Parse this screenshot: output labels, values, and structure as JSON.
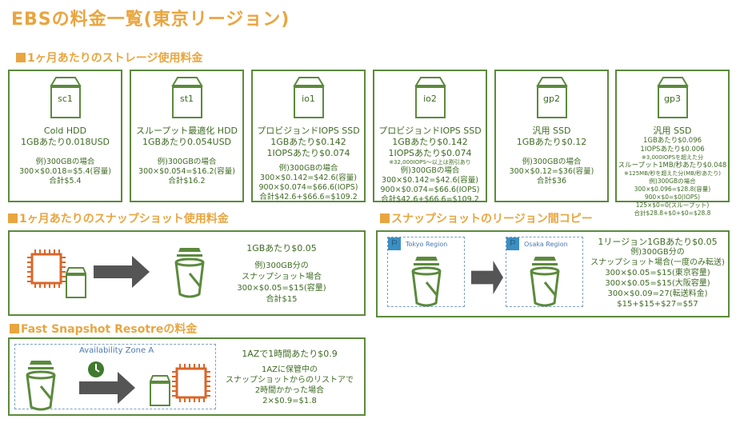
{
  "title": "EBSの料金一覧(東京リージョン)",
  "sections": {
    "monthly": "1ヶ月あたりのストレージ使用料金",
    "snapshot": "1ヶ月あたりのスナップショット使用料金",
    "copy": "スナップショットのリージョン間コピー",
    "fsr": "Fast Snapshot Resotreの料金"
  },
  "volumes": [
    {
      "type": "sc1",
      "lines": [
        "Cold HDD",
        "1GBあたり0.018USD"
      ],
      "example": [
        "例)300GBの場合",
        "300×$0.018=$5.4(容量)",
        "合計$5.4"
      ]
    },
    {
      "type": "st1",
      "lines": [
        "スループット最適化 HDD",
        "1GBあたり0.054USD"
      ],
      "example": [
        "例)300GBの場合",
        "300×$0.054=$16.2(容量)",
        "合計$16.2"
      ]
    },
    {
      "type": "io1",
      "lines": [
        "プロビジョンドIOPS SSD",
        "1GBあたり$0.142",
        "1IOPSあたり$0.074"
      ],
      "example": [
        "例)300GBの場合",
        "300×$0.142=$42.6(容量)",
        "900×$0.074=$66.6(IOPS)",
        "合計$42.6+$66.6=$109.2"
      ]
    },
    {
      "type": "io2",
      "lines": [
        "プロビジョンドIOPS SSD",
        "1GBあたり$0.142",
        "1IOPSあたり$0.074"
      ],
      "note": "※32,000IOPS～以上は割引あり",
      "example": [
        "例)300GBの場合",
        "300×$0.142=$42.6(容量)",
        "900×$0.074=$66.6(IOPS)",
        "合計$42.6+$66.6=$109.2"
      ]
    },
    {
      "type": "gp2",
      "lines": [
        "汎用 SSD",
        "1GBあたり$0.12"
      ],
      "example": [
        "例)300GBの場合",
        "300×$0.12=$36(容量)",
        "合計$36"
      ]
    },
    {
      "type": "gp3",
      "lines": [
        "汎用 SSD"
      ],
      "detail": [
        "1GBあたり$0.096",
        "1IOPSあたり$0.006"
      ],
      "note1": "※3,000IOPSを超えた分",
      "detail2": "スループット1MB/秒あたり$0.048",
      "note2": "※125MB/秒を超えた分(MB/秒あたり)",
      "example": [
        "例)300GBの場合",
        "300×$0.096=$28.8(容量)",
        "900×$0=$0(IOPS)",
        "125×$0=0(スループット)",
        "合計$28.8+$0+$0=$28.8"
      ]
    }
  ],
  "snapshot": {
    "price": "1GBあたり$0.05",
    "lines": [
      "例)300GB分の",
      "スナップショット場合",
      "300×$0.05=$15(容量)",
      "合計$15"
    ]
  },
  "copy": {
    "tokyo": "Tokyo Region",
    "osaka": "Osaka Region",
    "price": "1リージョン1GBあたり$0.05",
    "lines": [
      "例)300GB分の",
      "スナップショット場合(一度のみ転送)",
      "300×$0.05=$15(東京容量)",
      "300×$0.05=$15(大阪容量)",
      "300×$0.09=27(転送料金)",
      "$15+$15+$27=$57"
    ]
  },
  "fsr": {
    "zone": "Availability Zone A",
    "price": "1AZで1時間あたり$0.9",
    "lines": [
      "1AZに保管中の",
      "スナップショットからのリストアで",
      "2時間かかった場合",
      "2×$0.9=$1.8"
    ]
  }
}
